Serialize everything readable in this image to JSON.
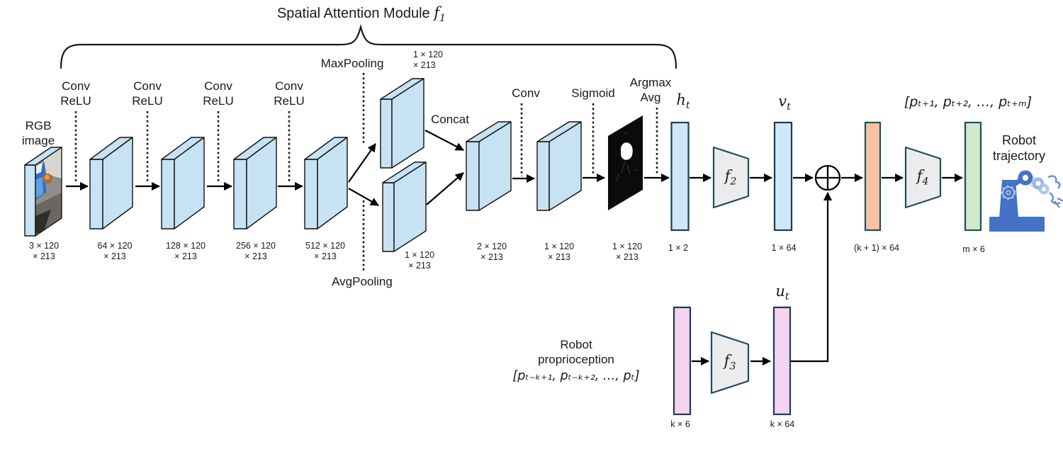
{
  "title": {
    "prefix": "Spatial Attention Module "
  },
  "math": {
    "f1": {
      "base": "f",
      "sub": "1"
    },
    "f2": {
      "base": "f",
      "sub": "2"
    },
    "f3": {
      "base": "f",
      "sub": "3"
    },
    "f4": {
      "base": "f",
      "sub": "4"
    },
    "ht": {
      "base": "h",
      "sub": "t"
    },
    "vt": {
      "base": "v",
      "sub": "t"
    },
    "ut": {
      "base": "u",
      "sub": "t"
    },
    "future_seq": "[pₜ₊₁, pₜ₊₂, …, pₜ₊ₘ]",
    "proprio_seq": "[pₜ₋ₖ₊₁, pₜ₋ₖ₊₂, …, pₜ]"
  },
  "ops": {
    "conv_relu": [
      "Conv",
      "ReLU"
    ],
    "maxpooling": "MaxPooling",
    "avgpooling": "AvgPooling",
    "concat": "Concat",
    "conv": "Conv",
    "sigmoid": "Sigmoid",
    "argmax_avg": [
      "Argmax",
      "Avg"
    ]
  },
  "labels": {
    "rgb_input": [
      "RGB",
      "image"
    ],
    "proprio_input": [
      "Robot",
      "proprioception"
    ],
    "trajectory_output": [
      "Robot",
      "trajectory"
    ]
  },
  "dims": {
    "rgb": [
      "3 × 120",
      "× 213"
    ],
    "conv1": [
      "64 × 120",
      "× 213"
    ],
    "conv2": [
      "128 × 120",
      "× 213"
    ],
    "conv3": [
      "256 × 120",
      "× 213"
    ],
    "conv4": [
      "512 × 120",
      "× 213"
    ],
    "maxpool": [
      "1 × 120",
      "× 213"
    ],
    "avgpool": [
      "1 × 120",
      "× 213"
    ],
    "concat": [
      "2 × 120",
      "× 213"
    ],
    "conv5": [
      "1 × 120",
      "× 213"
    ],
    "attention_map": [
      "1 × 120",
      "× 213"
    ],
    "ht": "1 × 2",
    "vt": "1 × 64",
    "fused": "(k + 1) × 64",
    "trajectory": "m × 6",
    "proprio_in": "k × 6",
    "proprio_feat": "k × 64"
  },
  "colors": {
    "layer_blue": "#c7e2f3",
    "bar_blue": "#cfe8f7",
    "bar_orange": "#f6c3a1",
    "bar_green": "#cfe9ca",
    "bar_pink": "#f4d4f1",
    "trapezoid_gray": "#ececec",
    "shape_stroke": "#1f4e5f",
    "bar_stroke": "#1c3c50",
    "attention_bg": "#0b0b0b",
    "robot_blue": "#4472c4",
    "robot_blue_light": "#93b1e0"
  }
}
